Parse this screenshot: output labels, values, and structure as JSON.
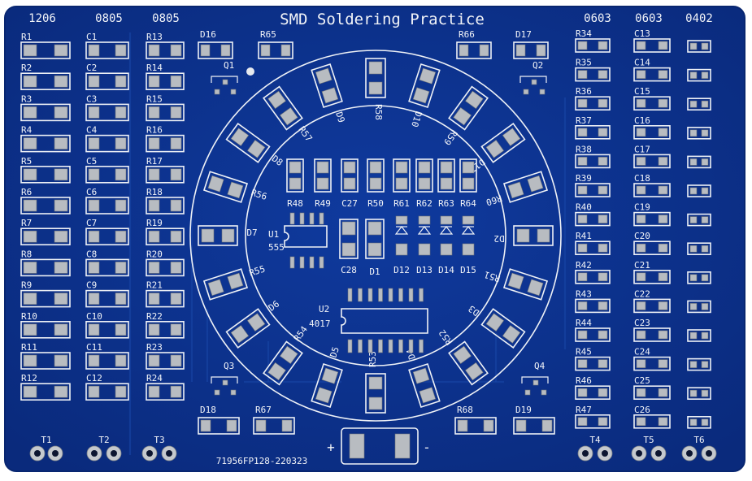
{
  "board": {
    "title": "SMD Soldering Practice",
    "serial": "71956FP128-220323",
    "plus": "+",
    "minus": "-",
    "colors": {
      "board": "#0b2e86",
      "edge": "#082670",
      "silk": "#eef1f6",
      "pad": "#b8bcc1"
    }
  },
  "column_headers": [
    "1206",
    "0805",
    "0805",
    "0603",
    "0603",
    "0402"
  ],
  "columns": {
    "r1206": [
      "R1",
      "R2",
      "R3",
      "R4",
      "R5",
      "R6",
      "R7",
      "R8",
      "R9",
      "R10",
      "R11",
      "R12"
    ],
    "c0805": [
      "C1",
      "C2",
      "C3",
      "C4",
      "C5",
      "C6",
      "C7",
      "C8",
      "C9",
      "C10",
      "C11",
      "C12"
    ],
    "r0805": [
      "R13",
      "R14",
      "R15",
      "R16",
      "R17",
      "R18",
      "R19",
      "R20",
      "R21",
      "R22",
      "R23",
      "R24"
    ],
    "r0603": [
      "R34",
      "R35",
      "R36",
      "R37",
      "R38",
      "R39",
      "R40",
      "R41",
      "R42",
      "R43",
      "R44",
      "R45",
      "R46",
      "R47"
    ],
    "c0603": [
      "C13",
      "C14",
      "C15",
      "C16",
      "C17",
      "C18",
      "C19",
      "C20",
      "C21",
      "C22",
      "C23",
      "C24",
      "C25",
      "C26"
    ]
  },
  "transistor_labels": [
    "T1",
    "T2",
    "T3",
    "T4",
    "T5",
    "T6"
  ],
  "q_labels": [
    "Q1",
    "Q2",
    "Q3",
    "Q4"
  ],
  "top_labels": [
    "D16",
    "R65",
    "R66",
    "D17"
  ],
  "bottom_labels": [
    "D18",
    "R67",
    "R68",
    "D19"
  ],
  "ring_labels": [
    "D10",
    "R59",
    "D11",
    "R60",
    "D2",
    "R51",
    "D3",
    "R52",
    "D4",
    "R53",
    "D5",
    "R54",
    "D6",
    "R55",
    "D7",
    "R56",
    "D8",
    "R57",
    "D9",
    "R58"
  ],
  "inner_res": [
    "R48",
    "R49",
    "C27",
    "R50",
    "R61",
    "R62",
    "R63",
    "R64"
  ],
  "inner_diodes": [
    "D12",
    "D13",
    "D14",
    "D15"
  ],
  "ic_u1": {
    "ref": "U1",
    "part": "555"
  },
  "ic_u2": {
    "ref": "U2",
    "part": "4017"
  },
  "misc": {
    "c28": "C28",
    "d1": "D1"
  }
}
